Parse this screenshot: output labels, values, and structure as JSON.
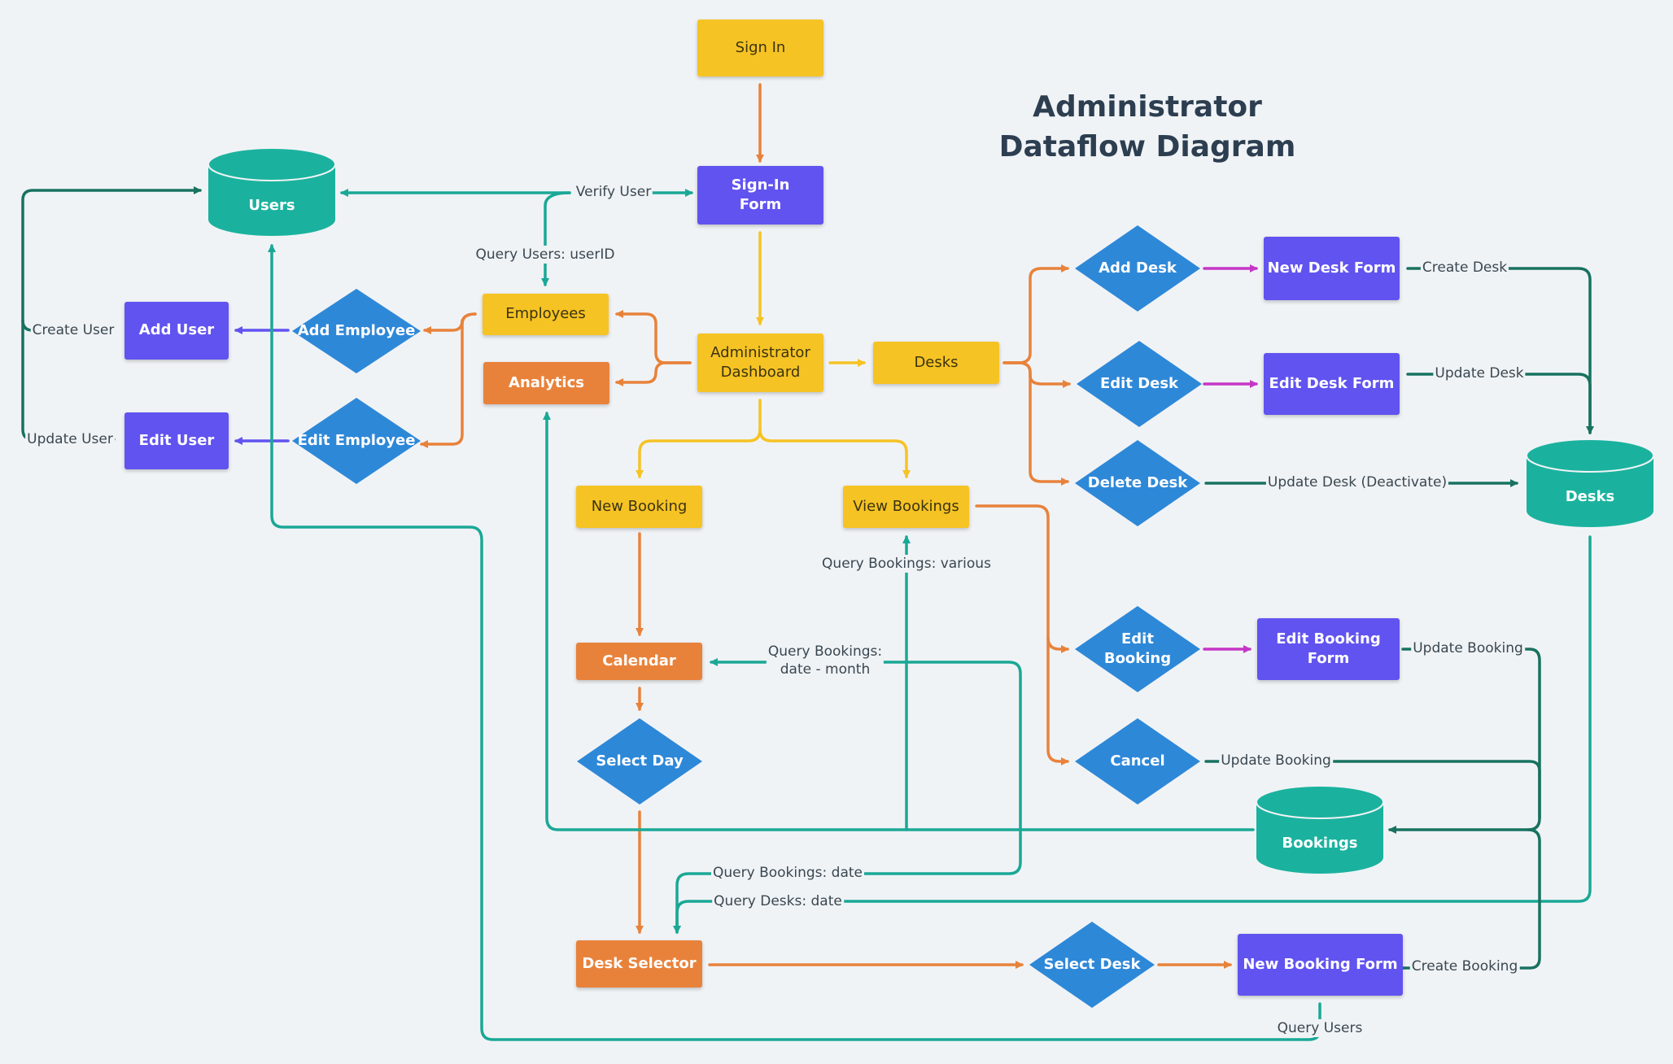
{
  "title": {
    "line1": "Administrator",
    "line2": "Dataflow Diagram"
  },
  "colors": {
    "process": "#f6c324",
    "subprocess": "#e8823b",
    "form": "#6153f0",
    "decision": "#2e88d8",
    "datastore": "#1ab29e",
    "flow_orange": "#e8823b",
    "flow_yellow": "#f6c324",
    "flow_purple": "#6153f0",
    "flow_magenta": "#c636c6",
    "flow_teal": "#1aa896",
    "flow_darkteal": "#187260"
  },
  "nodes": {
    "sign_in": "Sign In",
    "sign_in_form": {
      "line1": "Sign-In",
      "line2": "Form"
    },
    "admin_dashboard": {
      "line1": "Administrator",
      "line2": "Dashboard"
    },
    "employees": "Employees",
    "analytics": "Analytics",
    "desks": "Desks",
    "new_booking": "New Booking",
    "view_bookings": "View Bookings",
    "calendar": "Calendar",
    "select_day": "Select Day",
    "desk_selector": "Desk Selector",
    "select_desk": "Select Desk",
    "new_booking_form": "New Booking Form",
    "add_employee": "Add Employee",
    "edit_employee": "Edit Employee",
    "add_user": "Add User",
    "edit_user": "Edit User",
    "users_db": "Users",
    "add_desk": "Add Desk",
    "edit_desk": "Edit Desk",
    "delete_desk": "Delete Desk",
    "new_desk_form": "New Desk Form",
    "edit_desk_form": "Edit Desk Form",
    "desks_db": "Desks",
    "edit_booking": {
      "line1": "Edit",
      "line2": "Booking"
    },
    "cancel": "Cancel",
    "edit_booking_form": "Edit Booking Form",
    "bookings_db": "Bookings"
  },
  "edge_labels": {
    "verify_user": "Verify User",
    "query_users_userid": "Query Users: userID",
    "create_user": "Create User",
    "update_user": "Update User",
    "create_desk": "Create Desk",
    "update_desk": "Update Desk",
    "update_desk_deactivate": "Update Desk (Deactivate)",
    "query_bookings_various": "Query Bookings: various",
    "query_bookings_month": {
      "line1": "Query Bookings:",
      "line2": "date - month"
    },
    "update_booking_edit": "Update Booking",
    "update_booking_cancel": "Update Booking",
    "query_bookings_date": "Query Bookings: date",
    "query_desks_date": "Query Desks: date",
    "create_booking": "Create Booking",
    "query_users": "Query Users"
  }
}
